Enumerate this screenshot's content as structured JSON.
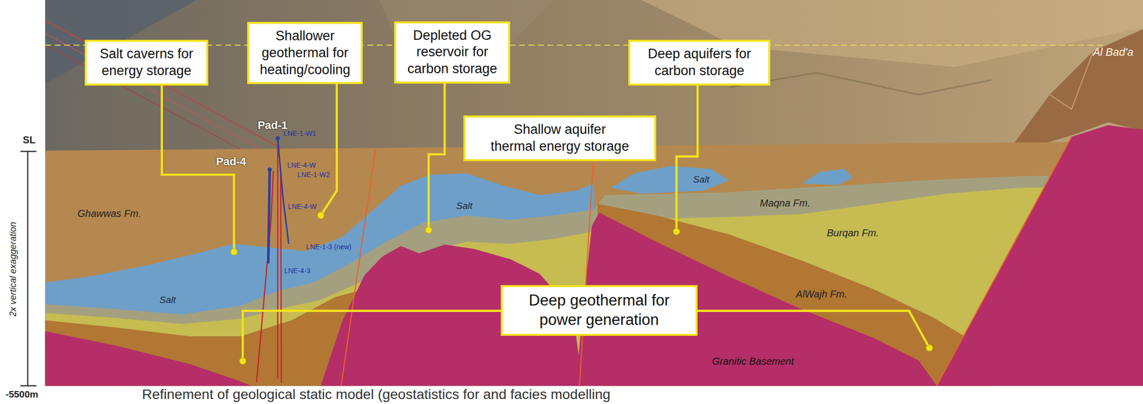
{
  "diagram": {
    "caption": "Refinement of geological static model (geostatistics for and facies modelling",
    "nodes": [
      {
        "text": [
          "Salt caverns for energy storage"
        ]
      },
      {
        "text": [
          "Shallower geothermal for heating/cooling"
        ]
      },
      {
        "text": [
          "Depleted OG reservoir for carbon storage"
        ]
      },
      {
        "text": [
          "Deep aquifers for carbon storage"
        ]
      },
      {
        "text": [
          "Shallow aquifer thermal energy storage"
        ]
      },
      {
        "text": [
          "Deep geothermal for power generation"
        ]
      }
    ],
    "labels": [
      "Al Bad'a",
      "Pad-1",
      "Pad-4",
      "LNE-1-W1",
      "LNE-4-W",
      "LNE-1-W2",
      "LNE-4-W",
      "LNE-1-3 (new)",
      "LNE-4-3",
      "Ghawwas Fm.",
      "Salt",
      "Salt",
      "Salt",
      "Maqna Fm.",
      "Burqan Fm.",
      "AlWajh Fm.",
      "Granitic Basement",
      "SL",
      "-5500m",
      "2x vertical exaggeration"
    ]
  }
}
